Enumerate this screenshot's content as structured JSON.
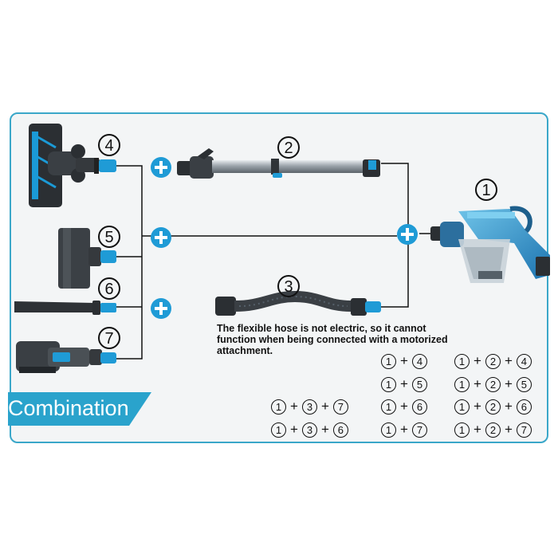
{
  "labels": {
    "n1": "1",
    "n2": "2",
    "n3": "3",
    "n4": "4",
    "n5": "5",
    "n6": "6",
    "n7": "7"
  },
  "hose_note": "The flexible hose is not electric, so it cannot function when being connected with a motorized attachment.",
  "combination_title": "Combination",
  "plus_sign": "+",
  "combinations": [
    [
      "1",
      "4"
    ],
    [
      "1",
      "5"
    ],
    [
      "1",
      "6"
    ],
    [
      "1",
      "7"
    ],
    [
      "1",
      "2",
      "4"
    ],
    [
      "1",
      "2",
      "5"
    ],
    [
      "1",
      "2",
      "6"
    ],
    [
      "1",
      "2",
      "7"
    ],
    [
      "1",
      "3",
      "7"
    ],
    [
      "1",
      "3",
      "6"
    ]
  ],
  "colors": {
    "accent": "#1f9bd6",
    "border": "#3aa7c9",
    "banner": "#2aa3cc"
  },
  "icons": {
    "plus": "plus-circle-icon"
  }
}
